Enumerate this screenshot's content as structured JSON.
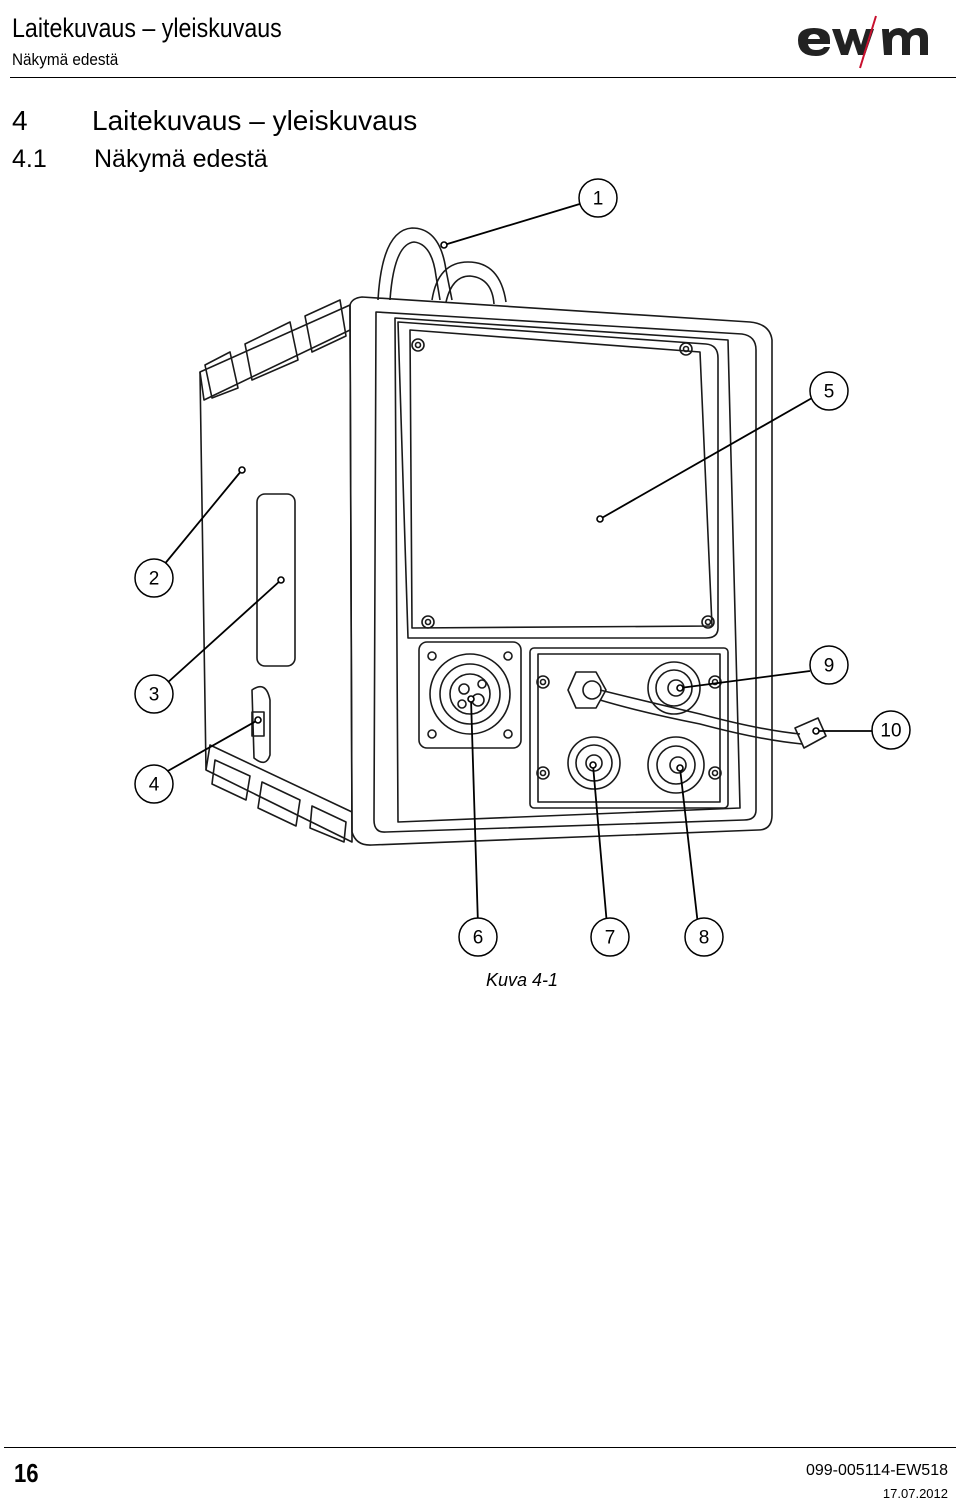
{
  "header": {
    "title": "Laitekuvaus – yleiskuvaus",
    "subtitle": "Näkymä edestä",
    "logo_text": "ewm"
  },
  "sections": {
    "s4": {
      "number": "4",
      "title": "Laitekuvaus – yleiskuvaus"
    },
    "s41": {
      "number": "4.1",
      "title": "Näkymä edestä"
    }
  },
  "figure": {
    "callouts": [
      "1",
      "2",
      "3",
      "4",
      "5",
      "6",
      "7",
      "8",
      "9",
      "10"
    ],
    "caption": "Kuva 4-1"
  },
  "footer": {
    "page_number": "16",
    "document_number": "099-005114-EW518",
    "date": "17.07.2012"
  },
  "colors": {
    "line": "#1a1a1a",
    "logo": "#222222",
    "logo_accent": "#c8102e"
  }
}
